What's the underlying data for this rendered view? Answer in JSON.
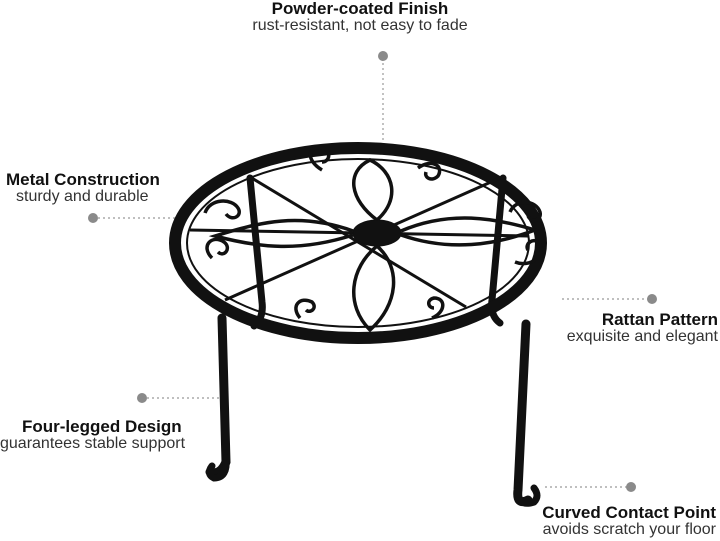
{
  "callouts": {
    "finish": {
      "title": "Powder-coated Finish",
      "subtitle": "rust-resistant, not easy to fade"
    },
    "metal": {
      "title": "Metal Construction",
      "subtitle": "sturdy and durable"
    },
    "rattan": {
      "title": "Rattan Pattern",
      "subtitle": "exquisite and elegant"
    },
    "legs": {
      "title": "Four-legged Design",
      "subtitle": "guarantees stable support"
    },
    "contact": {
      "title": "Curved Contact Point",
      "subtitle": "avoids scratch your floor"
    }
  },
  "colors": {
    "metal": "#111111",
    "dot": "#8a8a8a",
    "leader": "#999999"
  }
}
